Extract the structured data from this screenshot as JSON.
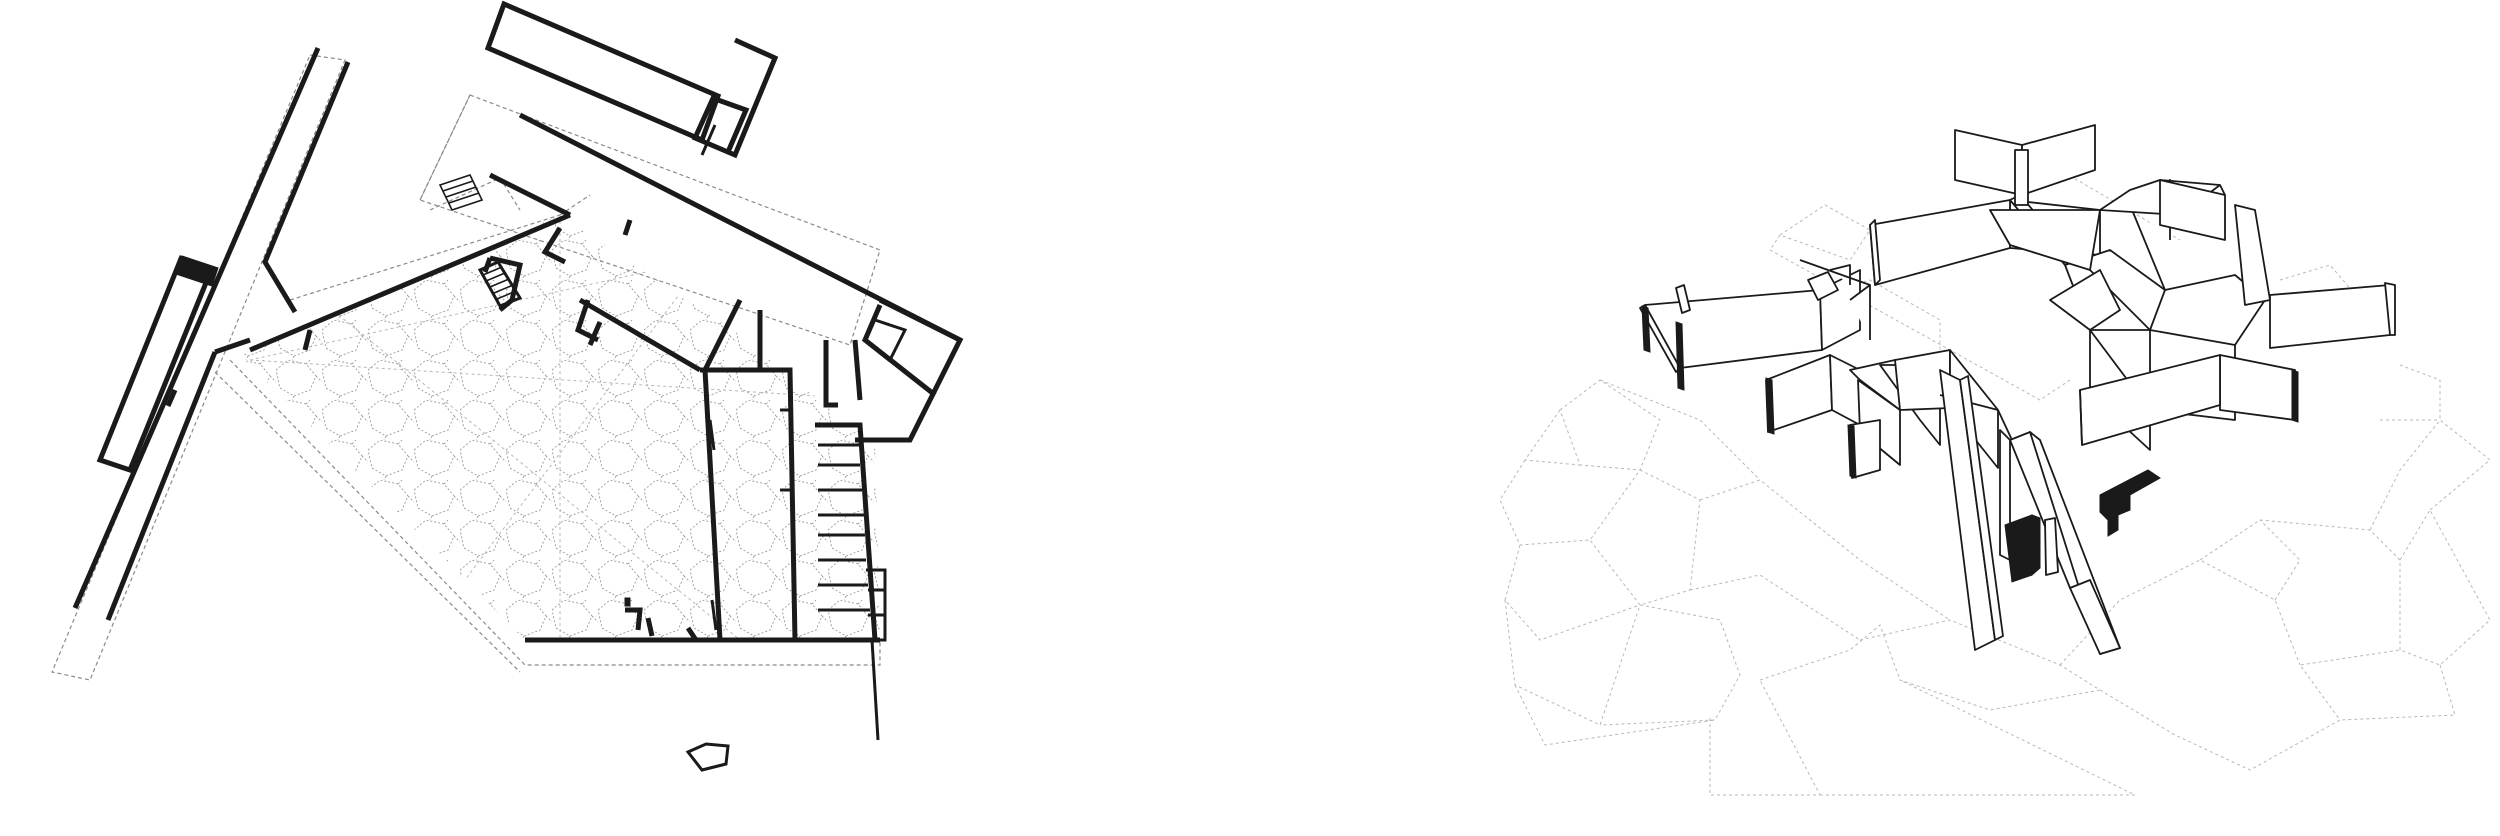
{
  "figure": {
    "panels": [
      {
        "id": "plan",
        "kind": "site-plan-drawing"
      },
      {
        "id": "axonometric",
        "kind": "axonometric-wall-diagram"
      }
    ],
    "colors": {
      "line": "#1a1a1a",
      "dashed": "#8a8a8a",
      "faint": "#b8b8b8",
      "background": "#ffffff"
    }
  }
}
